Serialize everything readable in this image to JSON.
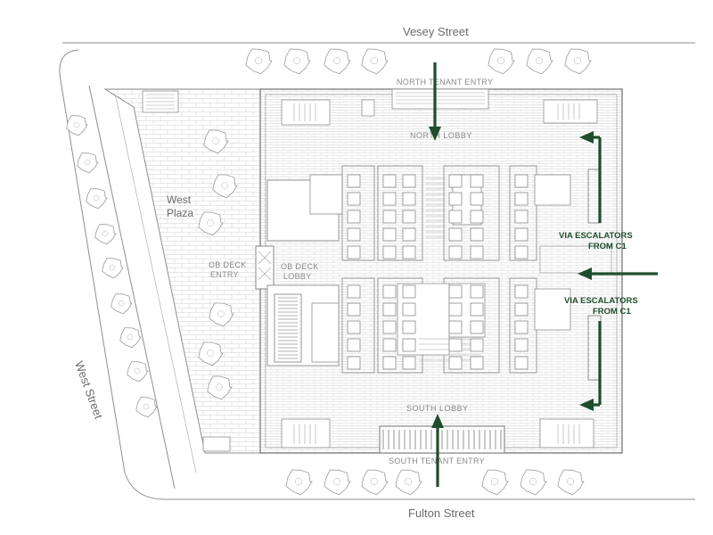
{
  "streets": {
    "north": "Vesey Street",
    "south": "Fulton Street",
    "west": "West Street"
  },
  "plaza": {
    "line1": "West",
    "line2": "Plaza"
  },
  "entries": {
    "north_tenant": "NORTH TENANT ENTRY",
    "south_tenant": "SOUTH TENANT ENTRY",
    "ob_deck_entry_line1": "OB DECK",
    "ob_deck_entry_line2": "ENTRY",
    "ob_deck_lobby_line1": "OB DECK",
    "ob_deck_lobby_line2": "LOBBY"
  },
  "lobbies": {
    "north": "NORTH LOBBY",
    "south": "SOUTH LOBBY"
  },
  "annotations": {
    "escalators_upper_line1": "VIA ESCALATORS",
    "escalators_upper_line2": "FROM C1",
    "escalators_lower_line1": "VIA ESCALATORS",
    "escalators_lower_line2": "FROM C1"
  },
  "colors": {
    "arrow": "#1f4d2b",
    "linework": "#8e8e8e",
    "label": "#6b6b6b"
  },
  "icons": {
    "arrows": "arrow-icon",
    "trees": "tree-icon"
  }
}
